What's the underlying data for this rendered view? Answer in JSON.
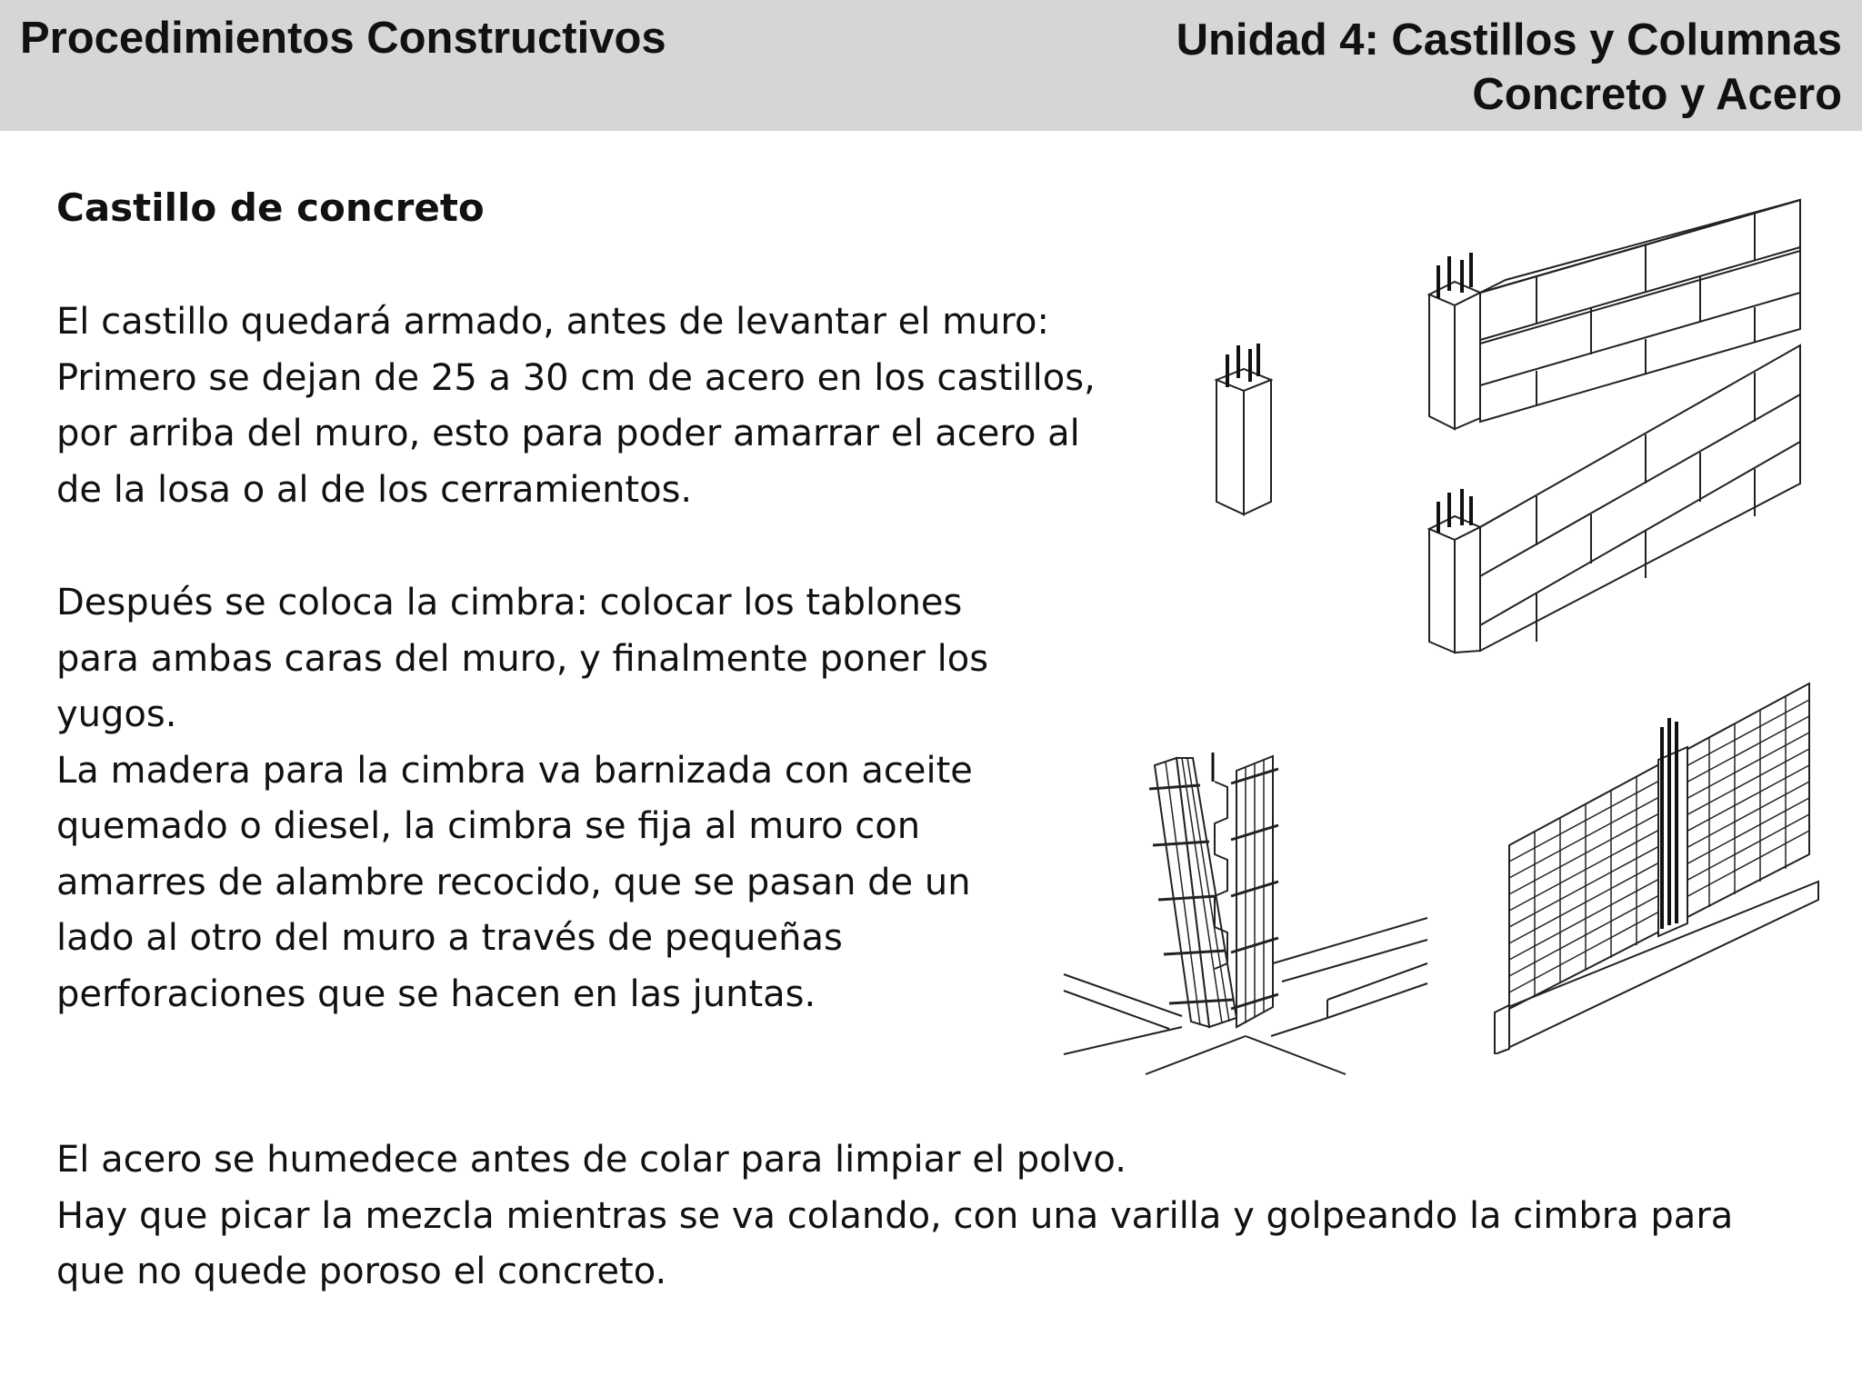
{
  "header": {
    "course": "Procedimientos Constructivos",
    "unit_line1": "Unidad 4: Castillos y Columnas",
    "unit_line2": "Concreto y Acero"
  },
  "section_title": "Castillo de concreto",
  "paragraph1": [
    "El castillo quedará armado, antes de levantar el muro:",
    "Primero se dejan de 25 a 30 cm de acero en los castillos,",
    "por arriba del muro, esto para poder amarrar el acero al",
    "de la losa o al de los cerramientos."
  ],
  "paragraph2": [
    "Después se coloca la cimbra: colocar los tablones",
    "para ambas caras del muro, y finalmente poner los",
    "yugos.",
    "La madera para la cimbra va barnizada con aceite",
    "quemado o diesel, la cimbra se fija al muro con",
    "amarres de alambre recocido, que se pasan de un",
    "lado al otro del muro a través de pequeñas",
    "perforaciones que se hacen en las juntas."
  ],
  "paragraph3": [
    "El acero se humedece antes de colar para limpiar el polvo.",
    "Hay que picar la mezcla mientras se va colando, con una varilla y golpeando la cimbra para",
    "que no quede poroso el concreto."
  ],
  "colors": {
    "header_bg": "#d6d6d6",
    "text": "#111111",
    "line": "#222222"
  }
}
